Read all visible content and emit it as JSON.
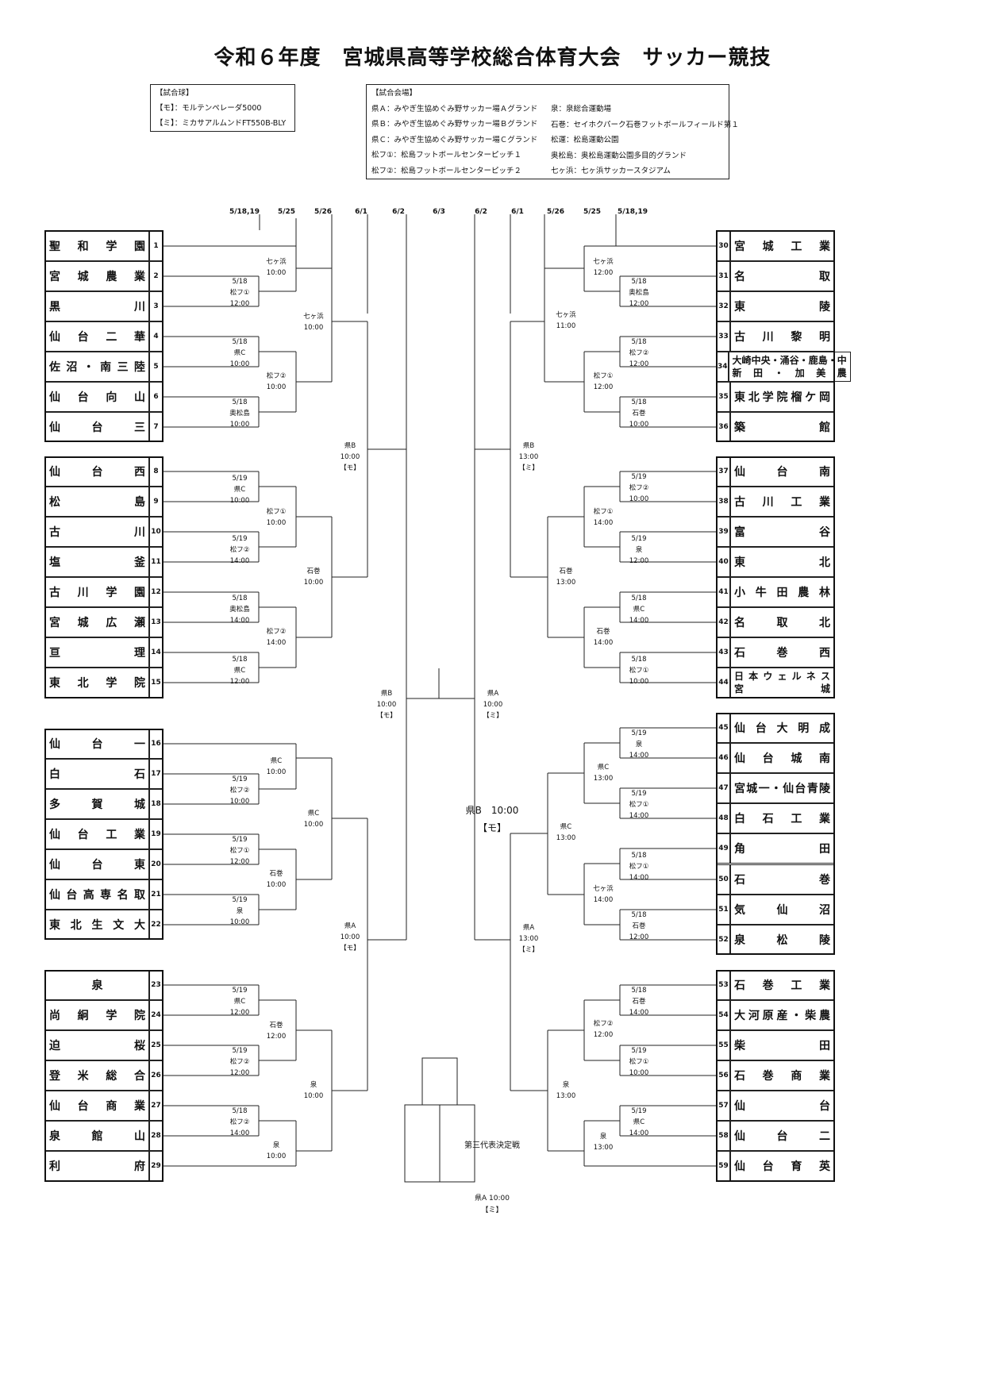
{
  "title": "令和６年度　宮城県高等学校総合体育大会　サッカー競技",
  "ball_box": {
    "heading": "【試合球】",
    "lines": [
      "【モ】：モルテンペレーダ5000",
      "【ミ】：ミカサアルムンドFT550B-BLY"
    ]
  },
  "venue_box": {
    "heading": "【試合会場】",
    "left_lines": [
      "県Ａ：みやぎ生協めぐみ野サッカー場Ａグランド",
      "県Ｂ：みやぎ生協めぐみ野サッカー場Ｂグランド",
      "県Ｃ：みやぎ生協めぐみ野サッカー場Ｃグランド",
      "松フ①：松島フットボールセンターピッチ１",
      "松フ②：松島フットボールセンターピッチ２"
    ],
    "right_lines": [
      "泉：泉総合運動場",
      "石巻：セイホクパーク石巻フットボールフィールド第１",
      "松運：松島運動公園",
      "奥松島：奥松島運動公園多目的グランド",
      "七ヶ浜：七ヶ浜サッカースタジアム"
    ]
  },
  "round_dates": [
    "5/18,19",
    "5/25",
    "5/26",
    "6/1",
    "6/2",
    "6/3",
    "6/2",
    "6/1",
    "5/26",
    "5/25",
    "5/18,19"
  ],
  "left_teams": [
    {
      "no": "1",
      "chars": [
        "聖",
        "和",
        "学",
        "園"
      ]
    },
    {
      "no": "2",
      "chars": [
        "宮",
        "城",
        "農",
        "業"
      ]
    },
    {
      "no": "3",
      "chars": [
        "黒",
        "川"
      ]
    },
    {
      "no": "4",
      "chars": [
        "仙",
        "台",
        "二",
        "華"
      ]
    },
    {
      "no": "5",
      "chars": [
        "佐",
        "沼",
        "・",
        "南",
        "三",
        "陸"
      ]
    },
    {
      "no": "6",
      "chars": [
        "仙",
        "台",
        "向",
        "山"
      ]
    },
    {
      "no": "7",
      "chars": [
        "仙",
        "台",
        "三"
      ]
    },
    {
      "no": "8",
      "chars": [
        "仙",
        "台",
        "西"
      ]
    },
    {
      "no": "9",
      "chars": [
        "松",
        "島"
      ]
    },
    {
      "no": "10",
      "chars": [
        "古",
        "川"
      ]
    },
    {
      "no": "11",
      "chars": [
        "塩",
        "釜"
      ]
    },
    {
      "no": "12",
      "chars": [
        "古",
        "川",
        "学",
        "園"
      ]
    },
    {
      "no": "13",
      "chars": [
        "宮",
        "城",
        "広",
        "瀬"
      ]
    },
    {
      "no": "14",
      "chars": [
        "亘",
        "理"
      ]
    },
    {
      "no": "15",
      "chars": [
        "東",
        "北",
        "学",
        "院"
      ]
    },
    {
      "no": "16",
      "chars": [
        "仙",
        "台",
        "一"
      ]
    },
    {
      "no": "17",
      "chars": [
        "白",
        "石"
      ]
    },
    {
      "no": "18",
      "chars": [
        "多",
        "賀",
        "城"
      ]
    },
    {
      "no": "19",
      "chars": [
        "仙",
        "台",
        "工",
        "業"
      ]
    },
    {
      "no": "20",
      "chars": [
        "仙",
        "台",
        "東"
      ]
    },
    {
      "no": "21",
      "chars": [
        "仙",
        "台",
        "高",
        "専",
        "名",
        "取"
      ]
    },
    {
      "no": "22",
      "chars": [
        "東",
        "北",
        "生",
        "文",
        "大"
      ]
    },
    {
      "no": "23",
      "chars": [
        "泉"
      ]
    },
    {
      "no": "24",
      "chars": [
        "尚",
        "絅",
        "学",
        "院"
      ]
    },
    {
      "no": "25",
      "chars": [
        "迫",
        "桜"
      ]
    },
    {
      "no": "26",
      "chars": [
        "登",
        "米",
        "総",
        "合"
      ]
    },
    {
      "no": "27",
      "chars": [
        "仙",
        "台",
        "商",
        "業"
      ]
    },
    {
      "no": "28",
      "chars": [
        "泉",
        "館",
        "山"
      ]
    },
    {
      "no": "29",
      "chars": [
        "利",
        "府"
      ]
    }
  ],
  "right_teams": [
    {
      "no": "30",
      "chars": [
        "宮",
        "城",
        "工",
        "業"
      ]
    },
    {
      "no": "31",
      "chars": [
        "名",
        "取"
      ]
    },
    {
      "no": "32",
      "chars": [
        "東",
        "陵"
      ]
    },
    {
      "no": "33",
      "chars": [
        "古",
        "川",
        "黎",
        "明"
      ]
    },
    {
      "no": "34",
      "line1": [
        "大",
        "崎",
        "中",
        "央",
        "・",
        "涌",
        "谷",
        "・",
        "鹿",
        "島",
        "・",
        "中"
      ],
      "line2": [
        "新",
        "田",
        "・",
        "加",
        "美",
        "農"
      ]
    },
    {
      "no": "35",
      "chars": [
        "東",
        "北",
        "学",
        "院",
        "榴",
        "ケ",
        "岡"
      ]
    },
    {
      "no": "36",
      "chars": [
        "築",
        "館"
      ]
    },
    {
      "no": "37",
      "chars": [
        "仙",
        "台",
        "南"
      ]
    },
    {
      "no": "38",
      "chars": [
        "古",
        "川",
        "工",
        "業"
      ]
    },
    {
      "no": "39",
      "chars": [
        "富",
        "谷"
      ]
    },
    {
      "no": "40",
      "chars": [
        "東",
        "北"
      ]
    },
    {
      "no": "41",
      "chars": [
        "小",
        "牛",
        "田",
        "農",
        "林"
      ]
    },
    {
      "no": "42",
      "chars": [
        "名",
        "取",
        "北"
      ]
    },
    {
      "no": "43",
      "chars": [
        "石",
        "巻",
        "西"
      ]
    },
    {
      "no": "44",
      "line1": [
        "日",
        "本",
        "ウ",
        "ェ",
        "ル",
        "ネ",
        "ス"
      ],
      "line2": [
        "宮",
        "城"
      ]
    },
    {
      "no": "45",
      "chars": [
        "仙",
        "台",
        "大",
        "明",
        "成"
      ]
    },
    {
      "no": "46",
      "chars": [
        "仙",
        "台",
        "城",
        "南"
      ]
    },
    {
      "no": "47",
      "chars": [
        "宮",
        "城",
        "一",
        "・",
        "仙",
        "台",
        "青",
        "陵"
      ]
    },
    {
      "no": "48",
      "chars": [
        "白",
        "石",
        "工",
        "業"
      ]
    },
    {
      "no": "49",
      "chars": [
        "角",
        "田"
      ]
    },
    {
      "no": "50",
      "chars": [
        "石",
        "巻"
      ]
    },
    {
      "no": "51",
      "chars": [
        "気",
        "仙",
        "沼"
      ]
    },
    {
      "no": "52",
      "chars": [
        "泉",
        "松",
        "陵"
      ]
    },
    {
      "no": "53",
      "chars": [
        "石",
        "巻",
        "工",
        "業"
      ]
    },
    {
      "no": "54",
      "chars": [
        "大",
        "河",
        "原",
        "産",
        "・",
        "柴",
        "農"
      ]
    },
    {
      "no": "55",
      "chars": [
        "柴",
        "田"
      ]
    },
    {
      "no": "56",
      "chars": [
        "石",
        "巻",
        "商",
        "業"
      ]
    },
    {
      "no": "57",
      "chars": [
        "仙",
        "台"
      ]
    },
    {
      "no": "58",
      "chars": [
        "仙",
        "台",
        "二"
      ]
    },
    {
      "no": "59",
      "chars": [
        "仙",
        "台",
        "育",
        "英"
      ]
    }
  ],
  "match_labels": [
    "七ヶ浜\n10:00",
    "5/18\n松フ①\n12:00",
    "七ヶ浜\n10:00",
    "5/18\n県C\n10:00",
    "松フ②\n10:00",
    "5/18\n奥松島\n10:00",
    "県B\n10:00\n【モ】",
    "5/19\n県C\n10:00",
    "松フ①\n10:00",
    "5/19\n松フ②\n14:00",
    "石巻\n10:00",
    "5/18\n奥松島\n14:00",
    "松フ②\n14:00",
    "5/18\n県C\n12:00",
    "県B\n10:00\n【モ】",
    "県C\n10:00",
    "5/19\n松フ②\n10:00",
    "県C\n10:00",
    "5/19\n松フ①\n12:00",
    "石巻\n10:00",
    "5/19\n泉\n10:00",
    "県A\n10:00\n【モ】",
    "5/19\n県C\n12:00",
    "石巻\n12:00",
    "5/19\n松フ②\n12:00",
    "泉\n10:00",
    "5/18\n松フ②\n14:00",
    "泉\n10:00",
    "七ヶ浜\n12:00",
    "5/18\n奥松島\n12:00",
    "七ヶ浜\n11:00",
    "5/18\n松フ②\n12:00",
    "松フ①\n12:00",
    "5/18\n石巻\n10:00",
    "県B\n13:00\n【ミ】",
    "5/19\n松フ②\n10:00",
    "松フ①\n14:00",
    "5/19\n泉\n12:00",
    "石巻\n13:00",
    "5/18\n県C\n14:00",
    "石巻\n14:00",
    "5/18\n松フ①\n10:00",
    "県A\n10:00\n【ミ】",
    "5/19\n泉\n14:00",
    "県C\n13:00",
    "5/19\n松フ①\n14:00",
    "県C\n13:00",
    "5/18\n松フ①\n14:00",
    "七ヶ浜\n14:00",
    "5/18\n石巻\n12:00",
    "県A\n13:00\n【ミ】",
    "5/18\n石巻\n14:00",
    "松フ②\n12:00",
    "5/19\n松フ①\n10:00",
    "泉\n13:00",
    "5/19\n県C\n14:00",
    "泉\n13:00"
  ],
  "final": {
    "venue": "県B　10:00",
    "ball": "【モ】"
  },
  "third_place": {
    "title": "第三代表決定戦",
    "venue": "県A 10:00",
    "ball": "【ミ】"
  }
}
